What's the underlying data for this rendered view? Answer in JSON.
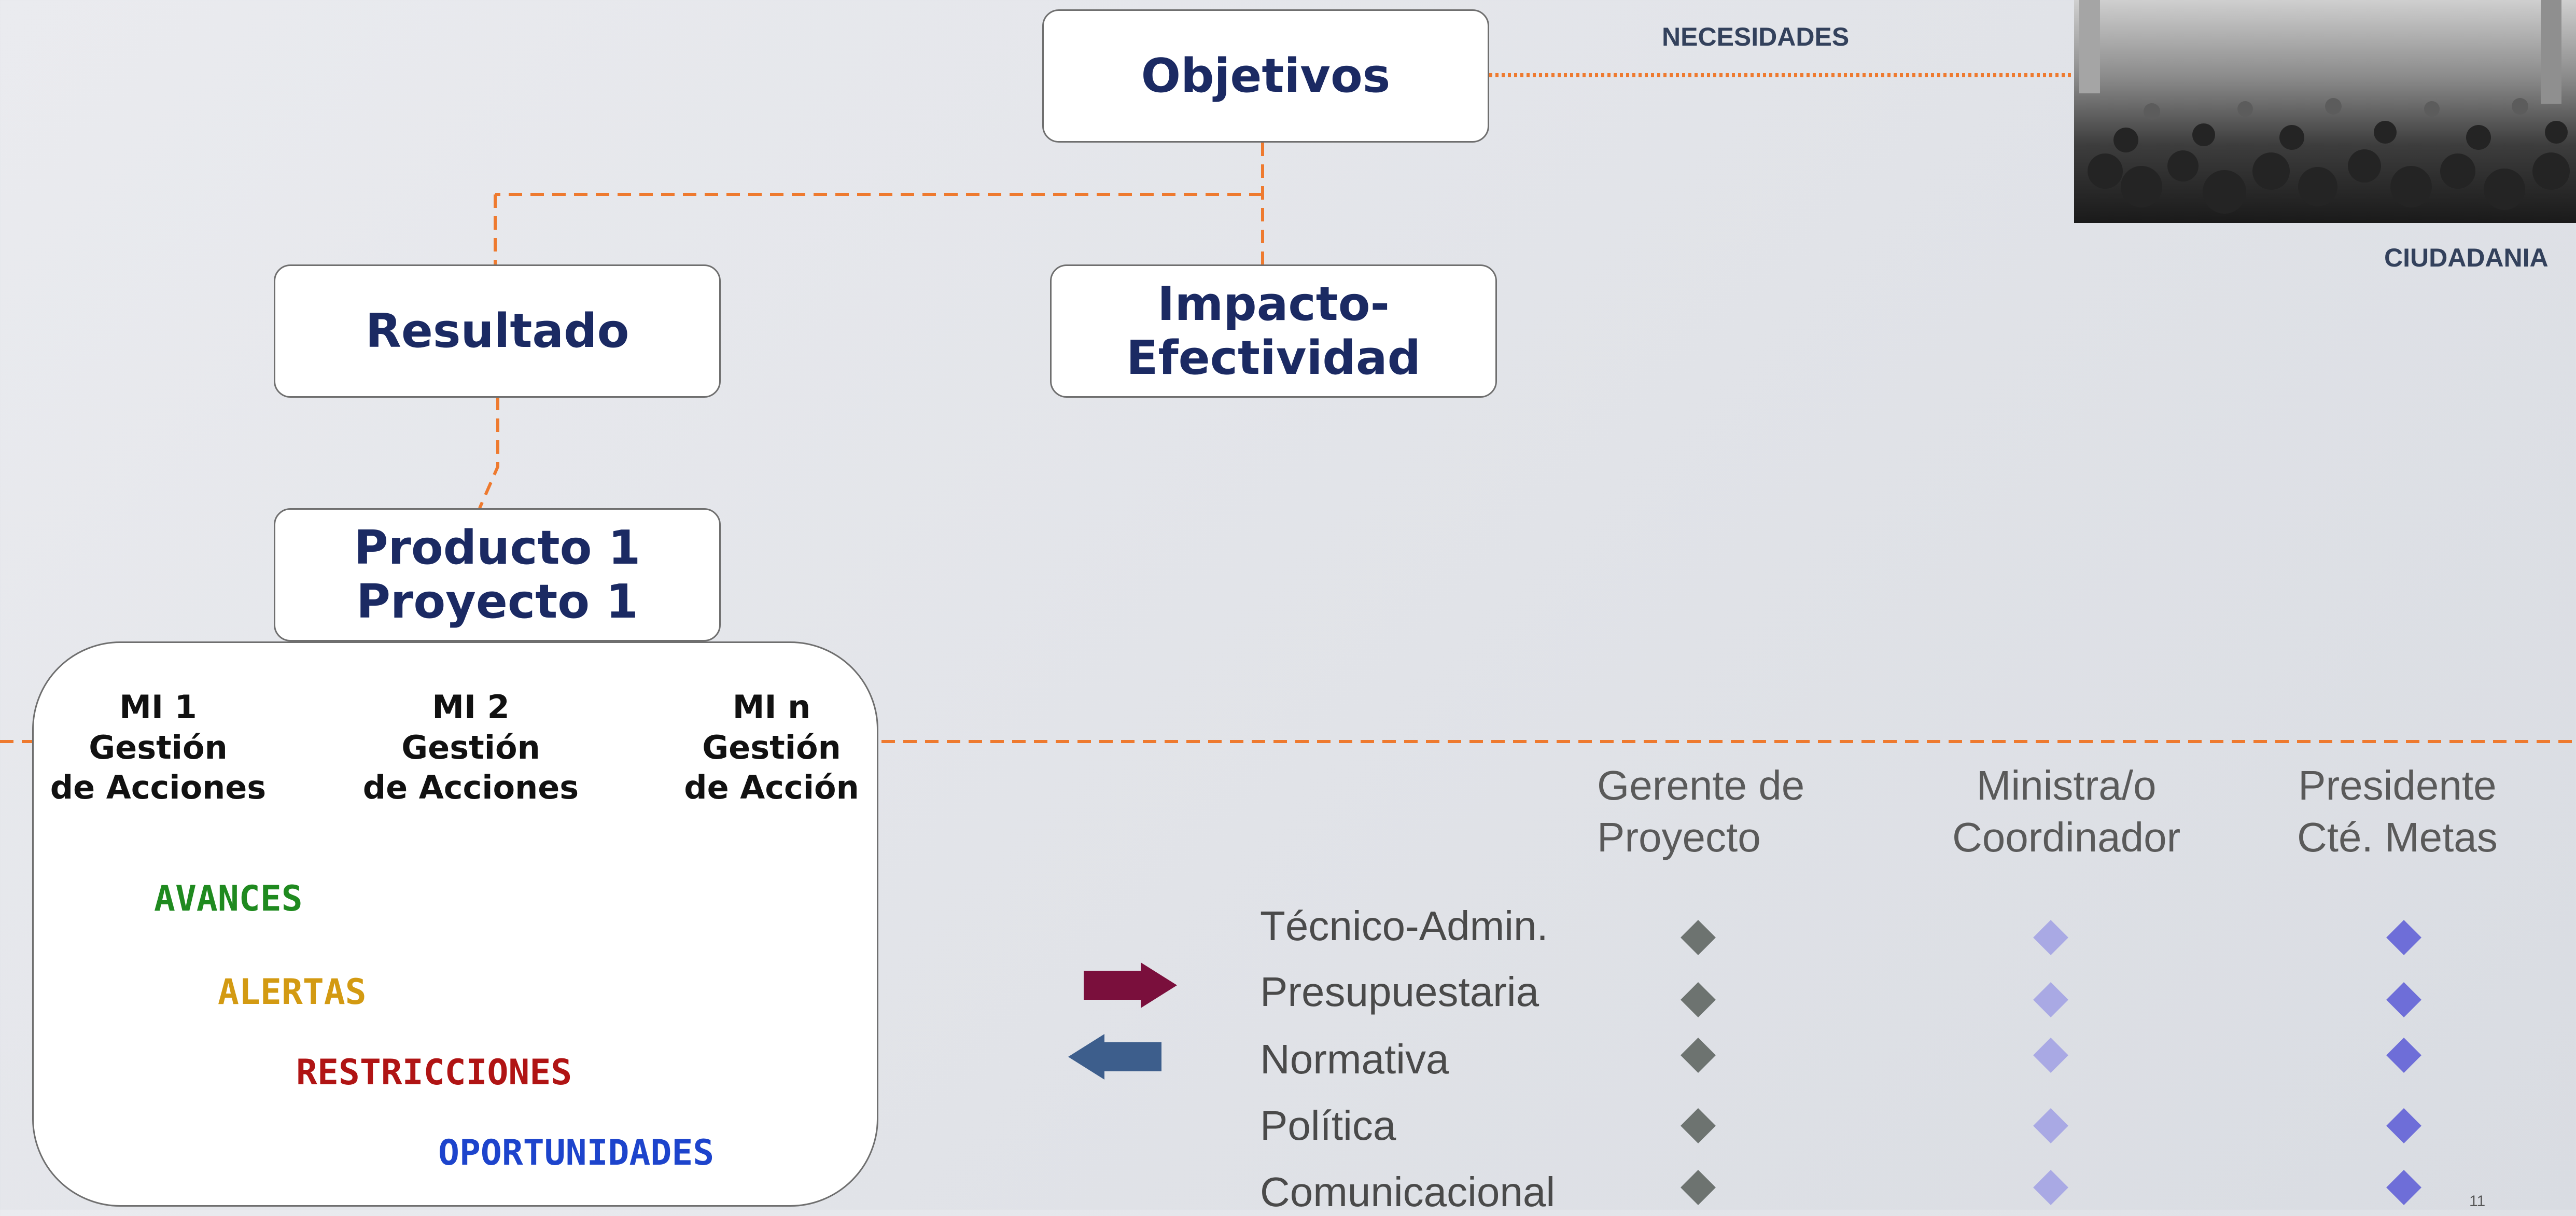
{
  "boxes": {
    "objetivos": "Objetivos",
    "resultado": "Resultado",
    "impacto_line1": "Impacto-",
    "impacto_line2": "Efectividad",
    "producto_line1": "Producto 1",
    "producto_line2": "Proyecto 1"
  },
  "necesidades": "NECESIDADES",
  "ciudadania": "CIUDADANIA",
  "mi_items": [
    {
      "line1": "MI 1",
      "line2": "Gestión",
      "line3": "de Acciones"
    },
    {
      "line1": "MI 2",
      "line2": "Gestión",
      "line3": "de Acciones"
    },
    {
      "line1": "MI n",
      "line2": "Gestión",
      "line3": "de Acción"
    }
  ],
  "statuses": [
    {
      "label": "AVANCES",
      "color": "#1f8a1f"
    },
    {
      "label": "ALERTAS",
      "color": "#d39a12"
    },
    {
      "label": "RESTRICCIONES",
      "color": "#b01414"
    },
    {
      "label": "OPORTUNIDADES",
      "color": "#1d44cc"
    }
  ],
  "arrows": {
    "right_color": "#7a0f3c",
    "left_color": "#3d5e8c"
  },
  "columns": [
    {
      "line1": "Gerente de",
      "line2": "Proyecto",
      "diamond_color": "#6d7370"
    },
    {
      "line1": "Ministra/o",
      "line2": "Coordinador",
      "diamond_color": "#a9a9e4"
    },
    {
      "line1": "Presidente",
      "line2": "Cté. Metas",
      "diamond_color": "#6e6ed8"
    }
  ],
  "rows": [
    "Técnico-Admin.",
    "Presupuestaria",
    "Normativa",
    "Política",
    "Comunicacional"
  ],
  "page_number": "11",
  "colors": {
    "connector": "#ee7a2f",
    "box_text": "#1b2a63"
  }
}
